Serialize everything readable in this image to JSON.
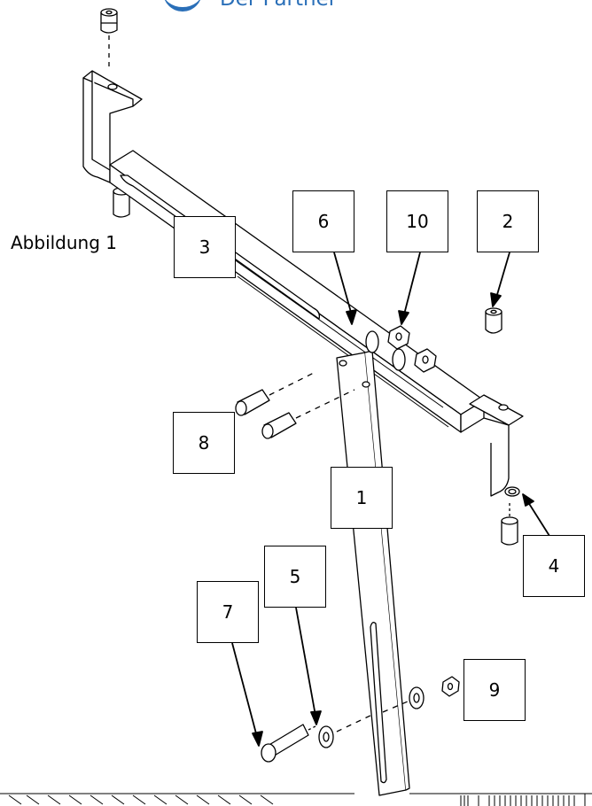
{
  "header": {
    "brand_text": "Der Partner"
  },
  "figure": {
    "label": "Abbildung 1"
  },
  "callouts": {
    "c1": "1",
    "c2": "2",
    "c3": "3",
    "c4": "4",
    "c5": "5",
    "c6": "6",
    "c7": "7",
    "c8": "8",
    "c9": "9",
    "c10": "10"
  },
  "colors": {
    "brand": "#2a6fb8",
    "line": "#000000",
    "background": "#ffffff"
  }
}
